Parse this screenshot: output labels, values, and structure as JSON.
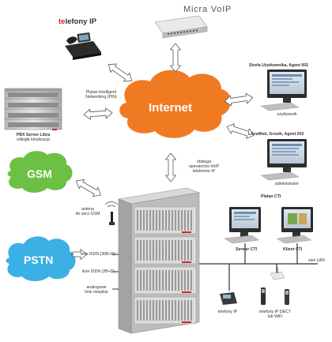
{
  "title_telefony_ip": "telefony IP",
  "title_micra_voip": "Micra VoIP",
  "pbx_label_line1": "PBX Server Libra",
  "pbx_label_line2": "odległa lokalizacja",
  "pin_label_line1": "Platan Intelligent",
  "pin_label_line2": "Networking (PIN)",
  "internet_label": "Internet",
  "gsm_label": "GSM",
  "pstn_label": "PSTN",
  "strefa_label": "Strefa Użytkownika, Agent 002",
  "strefa_screen_caption": "użytkownik",
  "libraweb_label": "LibraWeb, Grosik, Agent 002",
  "libraweb_screen_caption": "administrator",
  "voip_ops_line1": "obsługa",
  "voip_ops_line2": "operatorów VoIP",
  "voip_ops_line3": "telefonów IP",
  "antenna_line1": "antena",
  "antenna_line2": "do sieci GSM",
  "platan_cti_label": "Platan CTI",
  "server_cti_label": "Serwer CTI",
  "client_cti_label": "Klient CTI",
  "lan_label": "sieć LAN",
  "isdn30_label": "linie ISDN (30B+D)",
  "isdn2_label": "linie ISDN (2B+D)",
  "analog_line1": "analogowe",
  "analog_line2": "linie miejskie",
  "ip_phone_label": "telefony IP",
  "dect_line1": "telefony IP DECT",
  "dect_line2": "lub WiFi",
  "colors": {
    "internet_cloud": "#f07a22",
    "gsm_cloud": "#6cc044",
    "pstn_cloud": "#3ab0e4",
    "brand_red": "#d2232a",
    "rack_gray": "#c9c9c9"
  }
}
